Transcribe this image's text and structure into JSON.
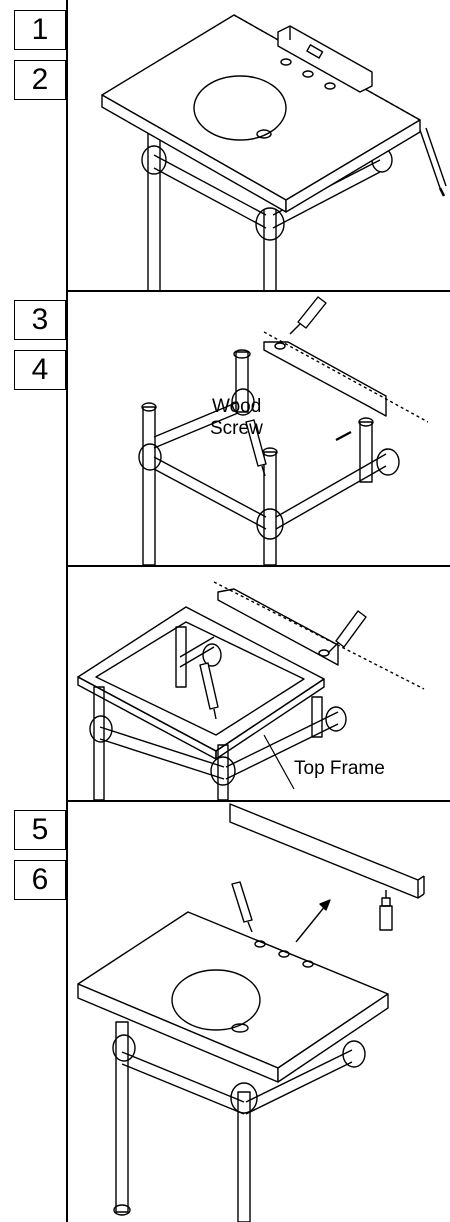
{
  "steps": [
    "1",
    "2",
    "3",
    "4",
    "5",
    "6"
  ],
  "callouts": {
    "wood": "Wood",
    "screw": "Screw",
    "top_frame": "Top Frame"
  }
}
